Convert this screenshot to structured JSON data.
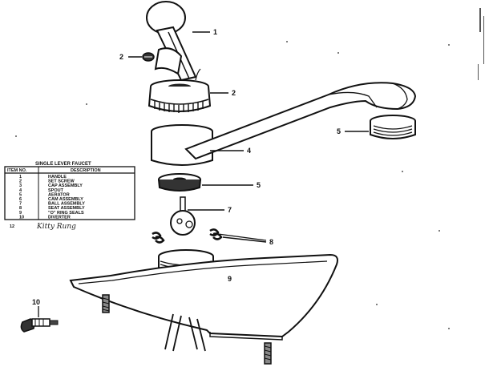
{
  "parts": [
    {
      "label": "1"
    },
    {
      "label": "2"
    },
    {
      "label": "2"
    },
    {
      "label": "4"
    },
    {
      "label": "5"
    },
    {
      "label": "5"
    },
    {
      "label": "7"
    },
    {
      "label": "8"
    },
    {
      "label": "9"
    },
    {
      "label": "10"
    }
  ],
  "parts_list": {
    "title": "SINGLE LEVER FAUCET",
    "col_item": "ITEM NO.",
    "col_desc": "DESCRIPTION",
    "rows": [
      {
        "no": "1",
        "desc": "HANDLE"
      },
      {
        "no": "2",
        "desc": "SET SCREW"
      },
      {
        "no": "3",
        "desc": "CAP ASSEMBLY"
      },
      {
        "no": "4",
        "desc": "SPOUT"
      },
      {
        "no": "5",
        "desc": "AERATOR"
      },
      {
        "no": "6",
        "desc": "CAM ASSEMBLY"
      },
      {
        "no": "7",
        "desc": "BALL ASSEMBLY"
      },
      {
        "no": "8",
        "desc": "SEAT ASSEMBLY"
      },
      {
        "no": "9",
        "desc": "\"O\" RING SEALS"
      },
      {
        "no": "10",
        "desc": "DIVERTER"
      }
    ],
    "footer_no": "12",
    "signature": "Kitty Rung"
  }
}
